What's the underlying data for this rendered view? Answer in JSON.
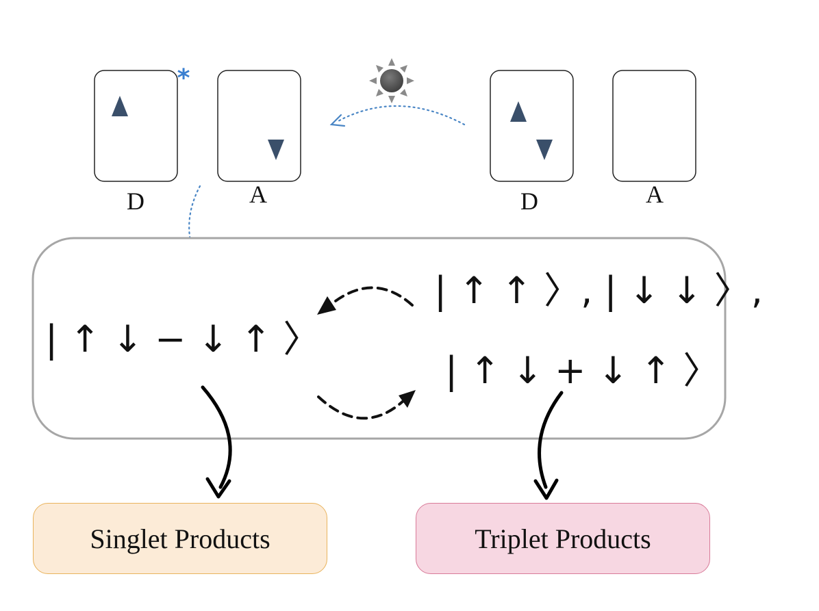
{
  "diagram": {
    "left_pair": {
      "donor_label": "D",
      "acceptor_label": "A",
      "excited_marker": "*"
    },
    "right_pair": {
      "donor_label": "D",
      "acceptor_label": "A"
    },
    "light_icon": "sun-icon",
    "states": {
      "singlet": "| ↑ ↓ − ↓ ↑ 〉",
      "triplet_line1": "| ↑ ↑ 〉, | ↓ ↓ 〉,",
      "triplet_line2": "| ↑ ↓ + ↓ ↑ 〉"
    },
    "products": {
      "singlet": "Singlet Products",
      "triplet": "Triplet Products"
    },
    "colors": {
      "spin_arrow": "#3d6fa3",
      "dotted_arrow": "#4a86c5",
      "asterisk": "#3a7fd0",
      "singlet_fill": "#fcebd7",
      "singlet_border": "#e9b35c",
      "triplet_fill": "#f7d7e2",
      "triplet_border": "#d87a98"
    }
  }
}
